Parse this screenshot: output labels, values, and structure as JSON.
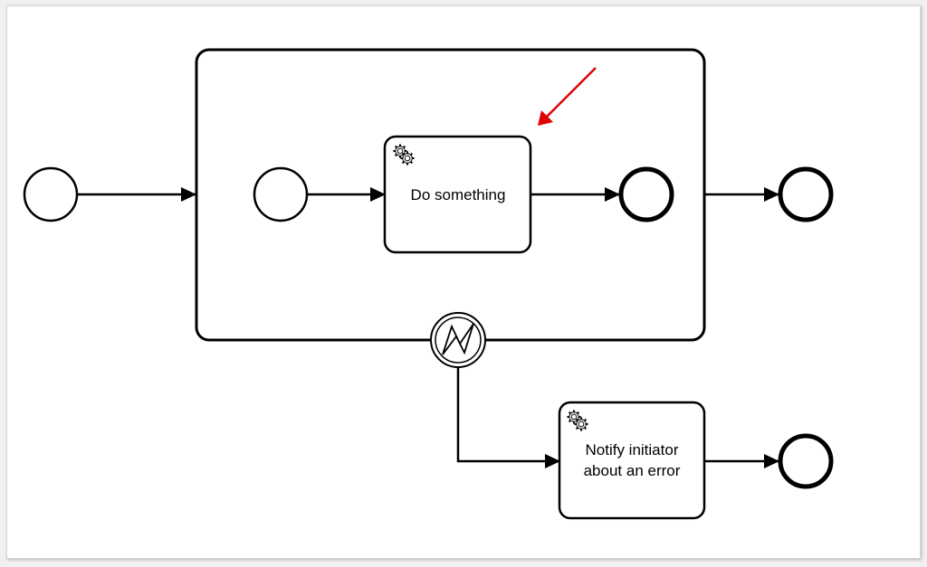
{
  "diagram": {
    "type": "BPMN process",
    "subprocess": {
      "label": ""
    },
    "tasks": {
      "main": {
        "label": "Do something",
        "type": "service-task"
      },
      "error_handler": {
        "label_line1": "Notify initiator",
        "label_line2": "about an error",
        "type": "service-task"
      }
    },
    "events": {
      "start": "start-event",
      "sub_start": "start-event",
      "sub_end": "end-event",
      "end": "end-event",
      "error_boundary": "error-boundary-event",
      "error_end": "end-event"
    },
    "annotation": {
      "type": "red-arrow",
      "color": "#e00000",
      "points_to": "Do something"
    },
    "colors": {
      "stroke": "#000000",
      "background": "#ffffff",
      "arrow": "#e00000"
    }
  }
}
